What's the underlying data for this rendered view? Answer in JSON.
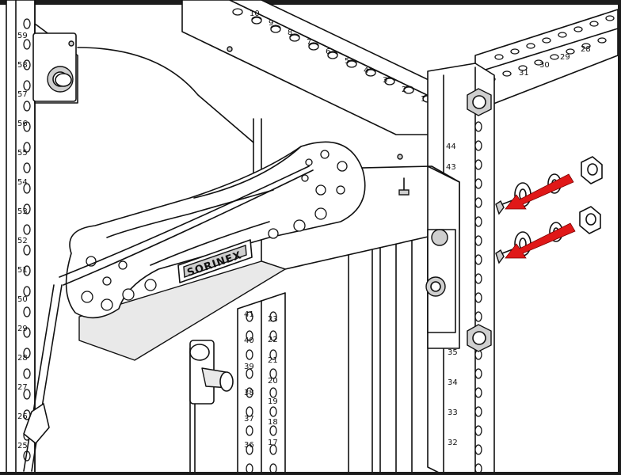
{
  "brand": {
    "logo_text": "SORINEX"
  },
  "colors": {
    "arrow": "#e01818",
    "line": "#111111",
    "background": "#ffffff"
  },
  "labels": {
    "left_post": [
      "59",
      "58",
      "57",
      "56",
      "55",
      "54",
      "53",
      "52",
      "51",
      "50",
      "29",
      "28",
      "27",
      "26",
      "25"
    ],
    "top_beam": [
      "10",
      "9",
      "8",
      "7",
      "6",
      "5",
      "4",
      "3",
      "2",
      "1"
    ],
    "right_beam": [
      "31",
      "30",
      "29",
      "28"
    ],
    "right_post_upper": [
      "44",
      "43"
    ],
    "right_post_lower": [
      "35",
      "34",
      "33",
      "32"
    ],
    "center_post_left": [
      "41",
      "40",
      "39",
      "38",
      "37",
      "36"
    ],
    "center_post_right": [
      "23",
      "22",
      "21",
      "20",
      "19",
      "18",
      "17"
    ]
  }
}
